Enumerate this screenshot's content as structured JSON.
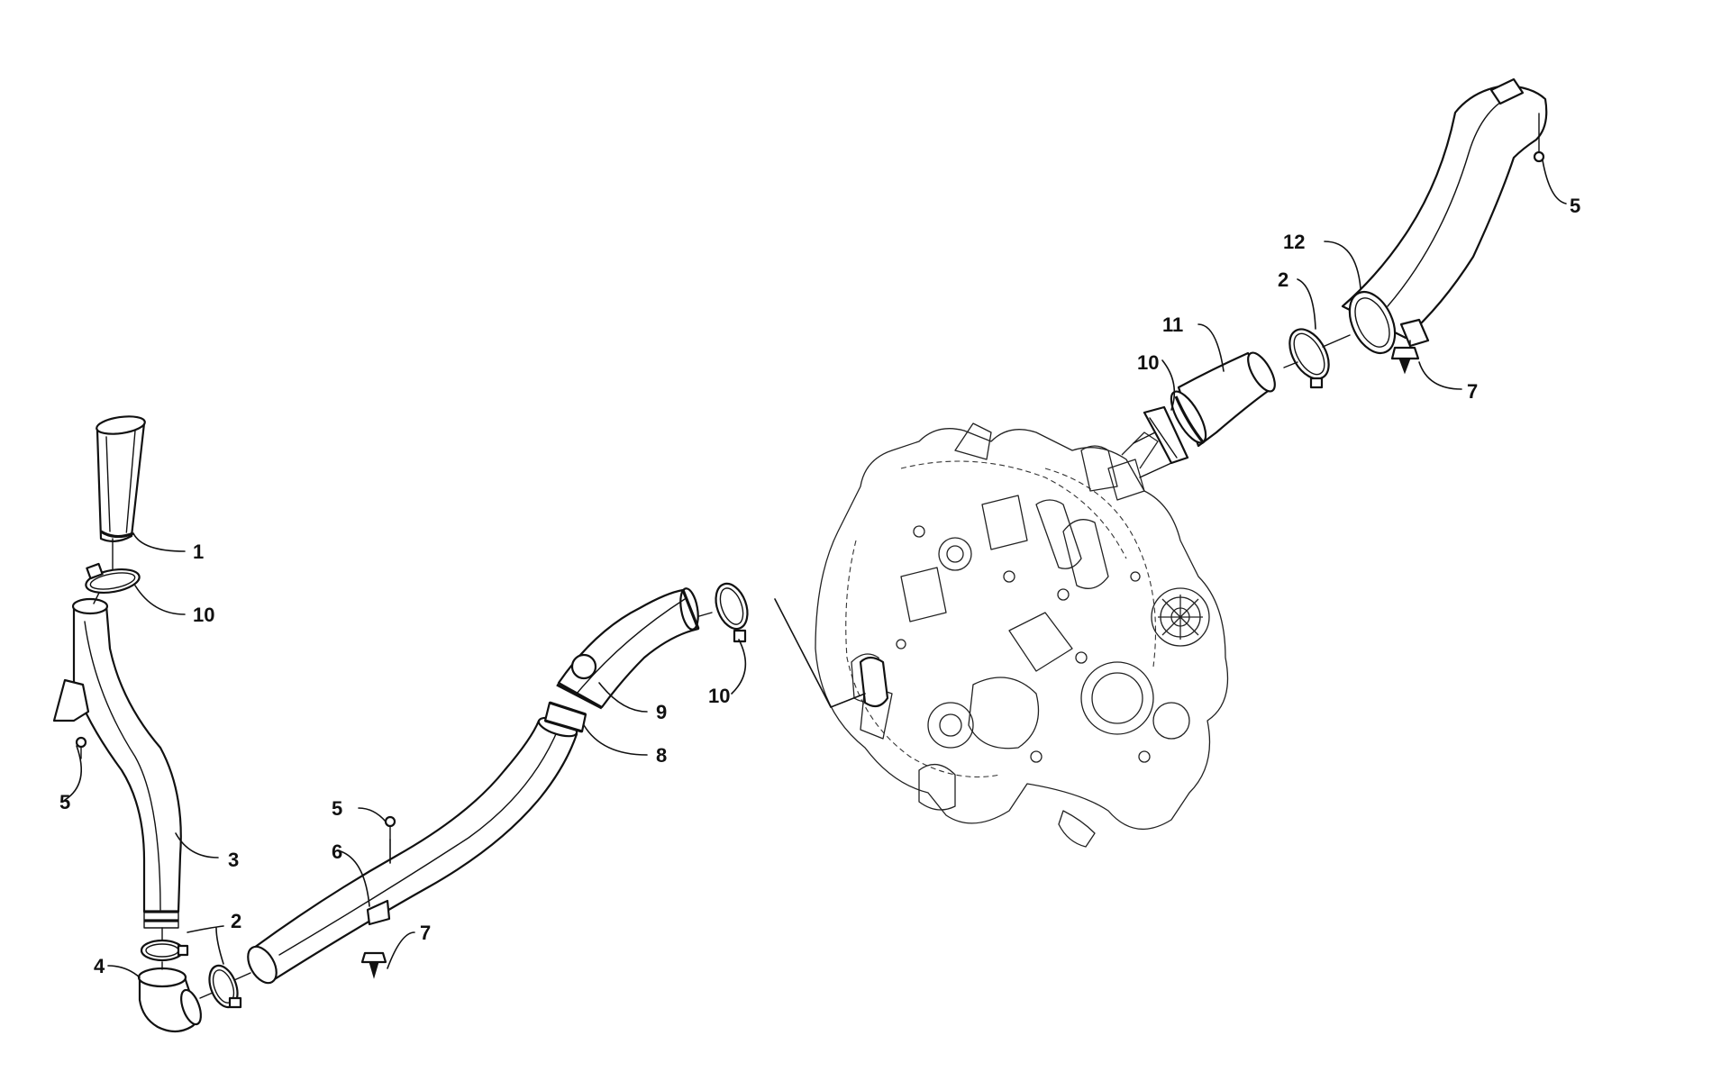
{
  "callouts": [
    {
      "id": "c1",
      "text": "1"
    },
    {
      "id": "c2a",
      "text": "2"
    },
    {
      "id": "c2b",
      "text": "2"
    },
    {
      "id": "c3",
      "text": "3"
    },
    {
      "id": "c4",
      "text": "4"
    },
    {
      "id": "c5a",
      "text": "5"
    },
    {
      "id": "c5b",
      "text": "5"
    },
    {
      "id": "c5c",
      "text": "5"
    },
    {
      "id": "c6",
      "text": "6"
    },
    {
      "id": "c7a",
      "text": "7"
    },
    {
      "id": "c7b",
      "text": "7"
    },
    {
      "id": "c8",
      "text": "8"
    },
    {
      "id": "c9",
      "text": "9"
    },
    {
      "id": "c10a",
      "text": "10"
    },
    {
      "id": "c10b",
      "text": "10"
    },
    {
      "id": "c10c",
      "text": "10"
    },
    {
      "id": "c11",
      "text": "11"
    },
    {
      "id": "c12",
      "text": "12"
    }
  ]
}
